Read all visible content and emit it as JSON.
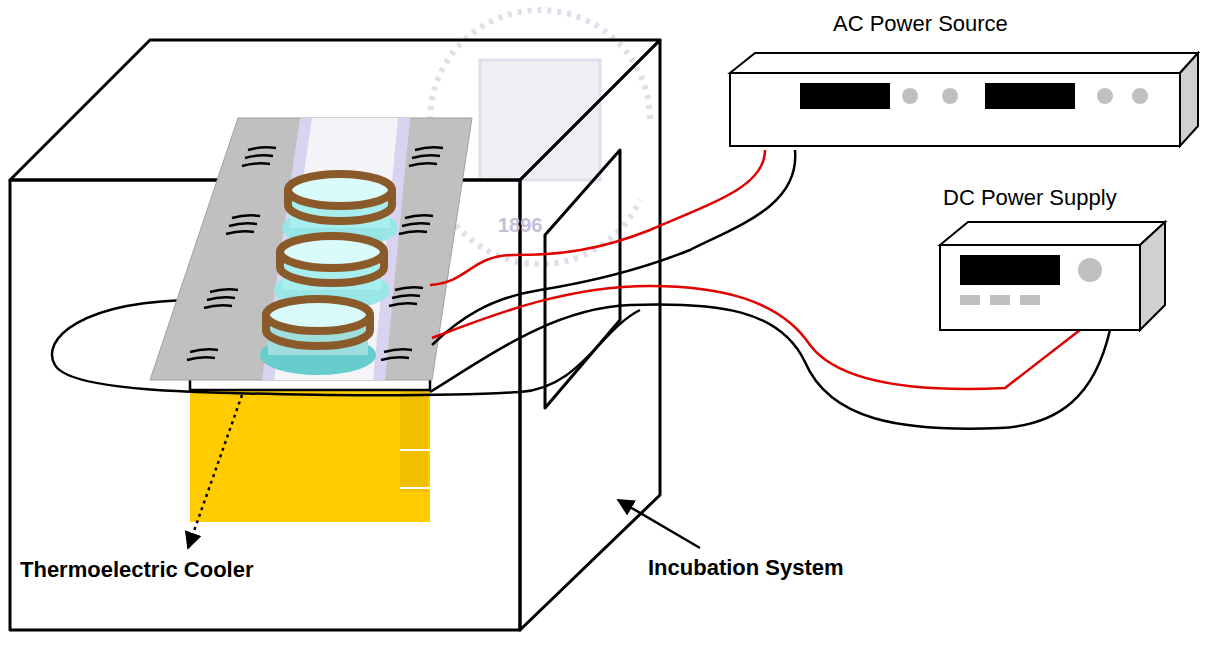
{
  "diagram": {
    "nodes": [
      {
        "text": [
          "AC Power Source"
        ]
      },
      {
        "text": [
          "DC Power Supply"
        ]
      }
    ],
    "labels": [
      "Thermoelectric Cooler",
      "Incubation System",
      "1896"
    ]
  }
}
